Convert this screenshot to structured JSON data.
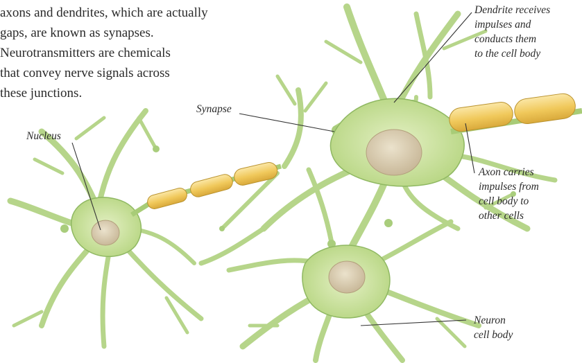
{
  "intro_text": {
    "lines": [
      "axons and dendrites, which are actually",
      "gaps, are known as synapses.",
      "Neurotransmitters are chemicals",
      "that convey nerve signals across",
      "these junctions."
    ]
  },
  "labels": {
    "dendrite": [
      "Dendrite receives",
      "impulses and",
      "conducts them",
      "to the cell body"
    ],
    "synapse": "Synapse",
    "nucleus": "Nucleus",
    "axon": [
      "Axon carries",
      "impulses from",
      "cell body to",
      "other cells"
    ],
    "neuron_body": [
      "Neuron",
      "cell body"
    ]
  },
  "colors": {
    "cell_fill": "#c6e09a",
    "cell_stroke": "#86ad5a",
    "myelin_fill": "#f0c85a",
    "myelin_stroke": "#b9922e",
    "nucleus_fill": "#d8cbb2",
    "leader_line": "#333333"
  }
}
